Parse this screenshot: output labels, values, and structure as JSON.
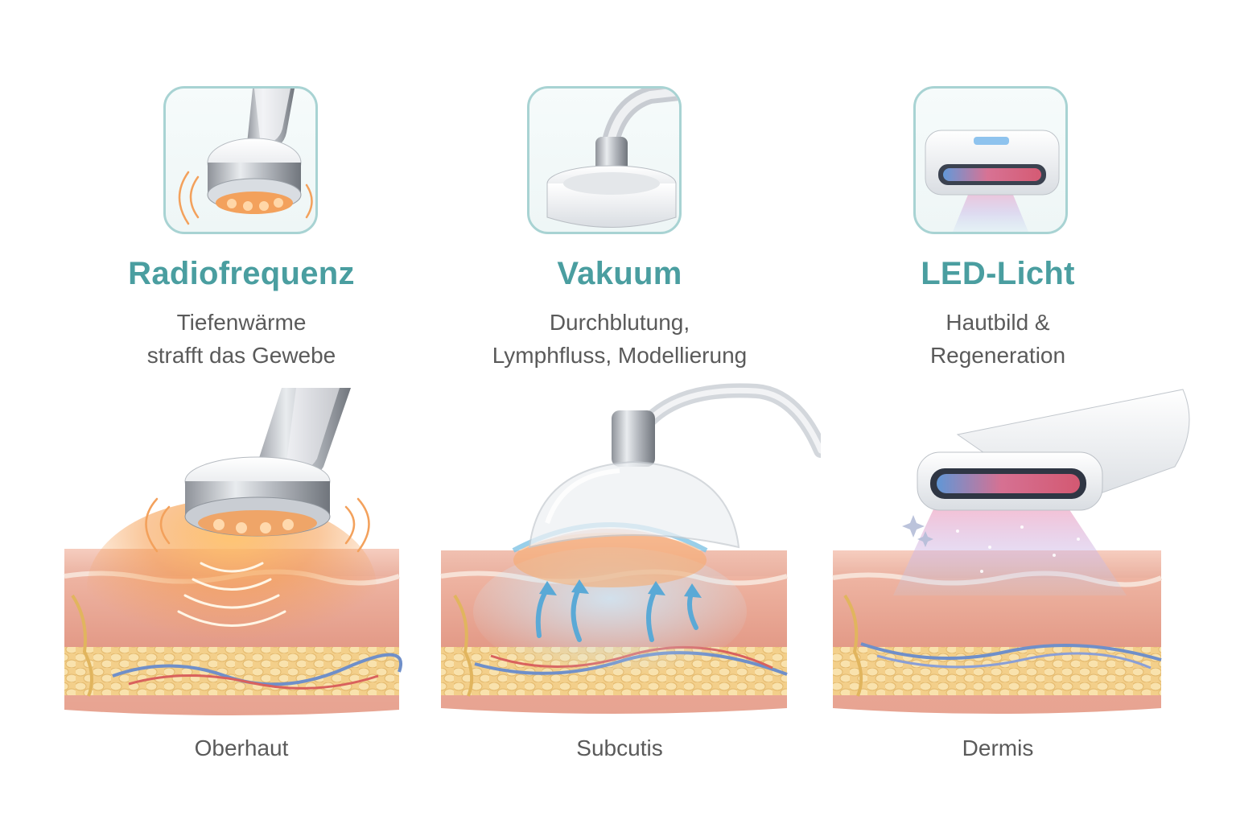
{
  "columns": [
    {
      "title": "Radiofrequenz",
      "subtitle_lines": [
        "Tiefenwärme",
        "strafft das Gewebe"
      ],
      "layer_label": "Oberhaut",
      "icon": "rf-handpiece-icon"
    },
    {
      "title": "Vakuum",
      "subtitle_lines": [
        "Durchblutung,",
        "Lymphfluss, Modellierung"
      ],
      "layer_label": "Subcutis",
      "icon": "vacuum-cup-icon"
    },
    {
      "title": "LED-Licht",
      "subtitle_lines": [
        "Hautbild &",
        "Regeneration"
      ],
      "layer_label": "Dermis",
      "icon": "led-device-icon"
    }
  ],
  "colors": {
    "title": "#4a9ea0",
    "text": "#5a5a5a",
    "icon_border": "#a8d3d3",
    "skin": "#e9a99a",
    "fat": "#f5d79a",
    "heat": "#f59a4a",
    "vacuum_flow": "#5aa9d6",
    "led_red": "#f36b8a",
    "led_blue": "#5a9be0"
  }
}
